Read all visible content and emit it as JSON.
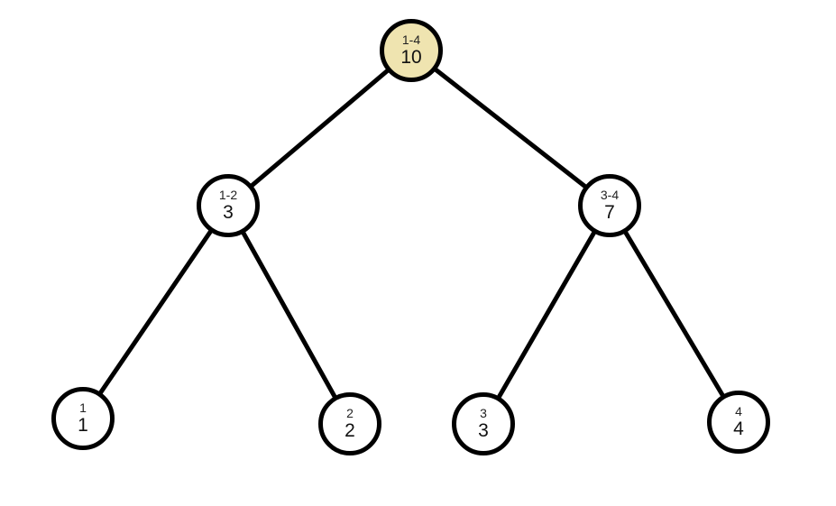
{
  "diagram": {
    "title": "segment-tree",
    "colors": {
      "highlight_fill": "#EFE4B0",
      "node_fill": "#FFFFFF",
      "stroke": "#000000",
      "background": "#FFFFFF"
    },
    "nodes": [
      {
        "id": "root",
        "range": "1-4",
        "value": "10",
        "highlighted": true
      },
      {
        "id": "left",
        "range": "1-2",
        "value": "3",
        "highlighted": false
      },
      {
        "id": "right",
        "range": "3-4",
        "value": "7",
        "highlighted": false
      },
      {
        "id": "leaf1",
        "range": "1",
        "value": "1",
        "highlighted": false
      },
      {
        "id": "leaf2",
        "range": "2",
        "value": "2",
        "highlighted": false
      },
      {
        "id": "leaf3",
        "range": "3",
        "value": "3",
        "highlighted": false
      },
      {
        "id": "leaf4",
        "range": "4",
        "value": "4",
        "highlighted": false
      }
    ],
    "edges": [
      {
        "from": "root",
        "to": "left"
      },
      {
        "from": "root",
        "to": "right"
      },
      {
        "from": "left",
        "to": "leaf1"
      },
      {
        "from": "left",
        "to": "leaf2"
      },
      {
        "from": "right",
        "to": "leaf3"
      },
      {
        "from": "right",
        "to": "leaf4"
      }
    ]
  }
}
